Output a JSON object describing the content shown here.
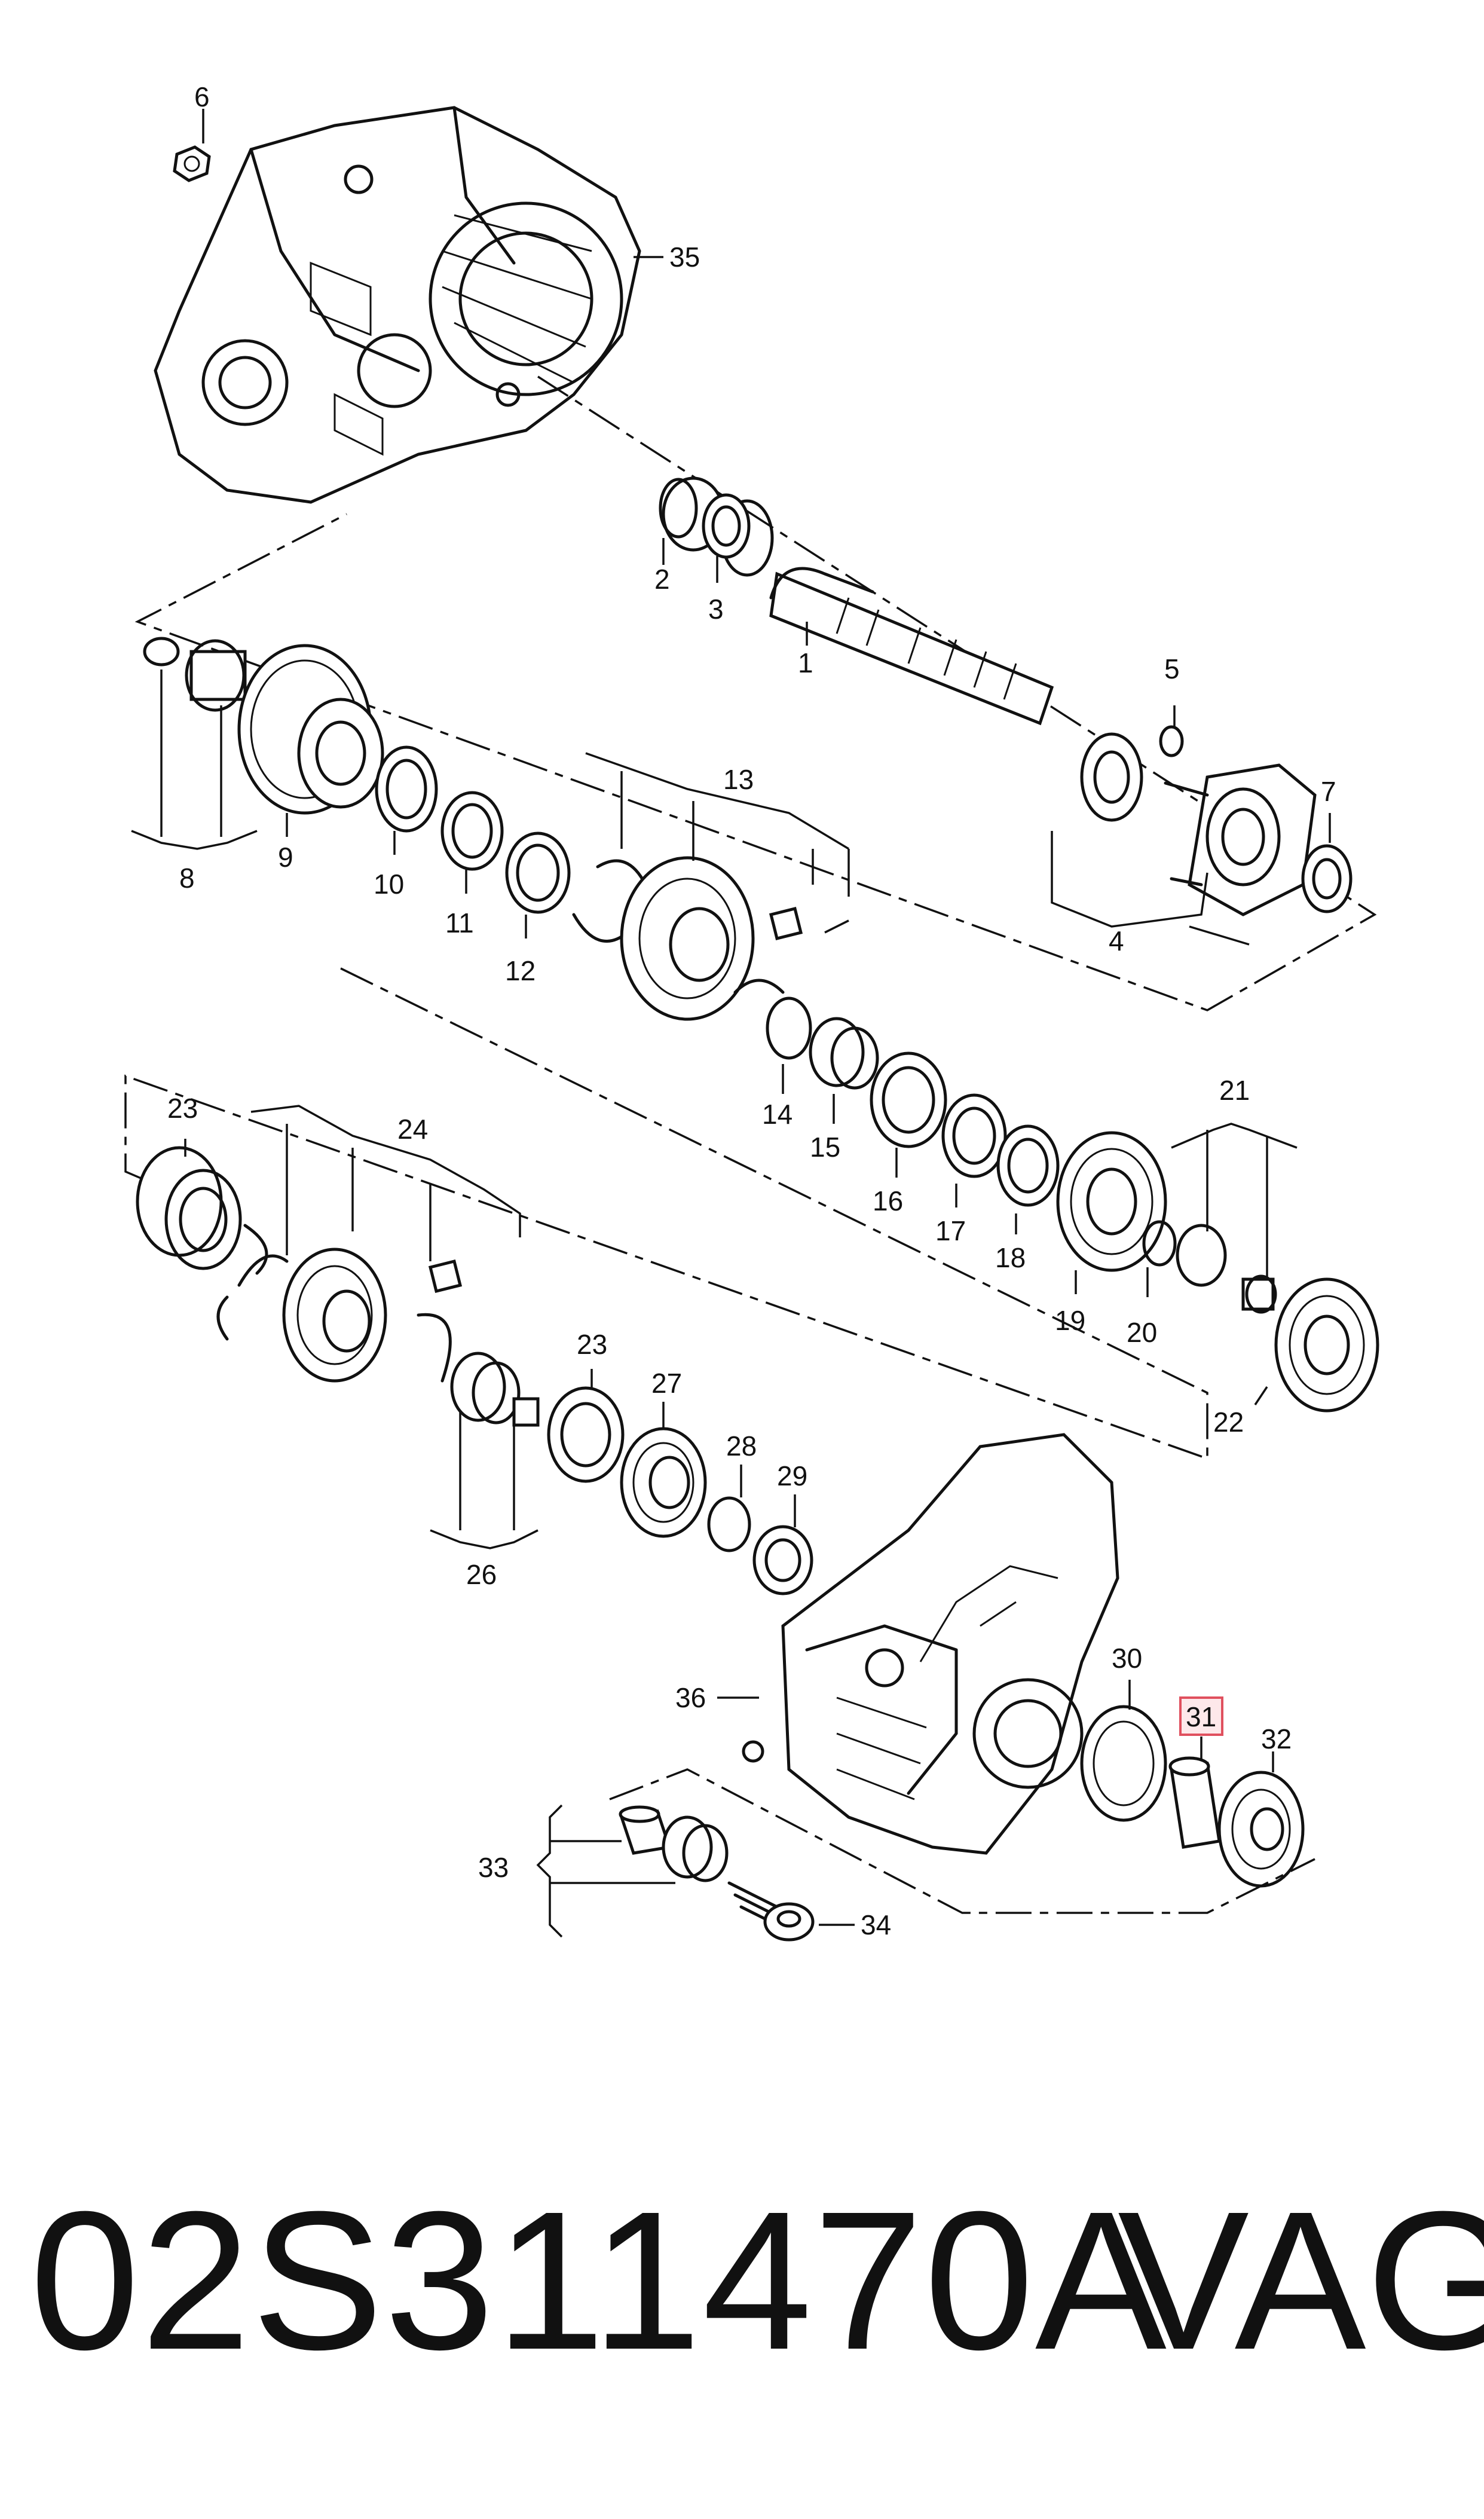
{
  "callouts": {
    "c1": "1",
    "c2": "2",
    "c3": "3",
    "c4": "4",
    "c5": "5",
    "c6": "6",
    "c7": "7",
    "c8": "8",
    "c9": "9",
    "c10": "10",
    "c11": "11",
    "c12": "12",
    "c13": "13",
    "c14": "14",
    "c15": "15",
    "c16": "16",
    "c17": "17",
    "c18": "18",
    "c19": "19",
    "c20": "20",
    "c21": "21",
    "c22": "22",
    "c23a": "23",
    "c23b": "23",
    "c24": "24",
    "c26": "26",
    "c27": "27",
    "c28": "28",
    "c29": "29",
    "c30": "30",
    "c31": "31",
    "c32": "32",
    "c33": "33",
    "c34": "34",
    "c35": "35",
    "c36": "36"
  },
  "highlight": {
    "callout": "31",
    "color": "#e0505e",
    "fill": "#fde8ea"
  },
  "footer": {
    "part_number": "02S311470A",
    "brand": "VAG"
  }
}
